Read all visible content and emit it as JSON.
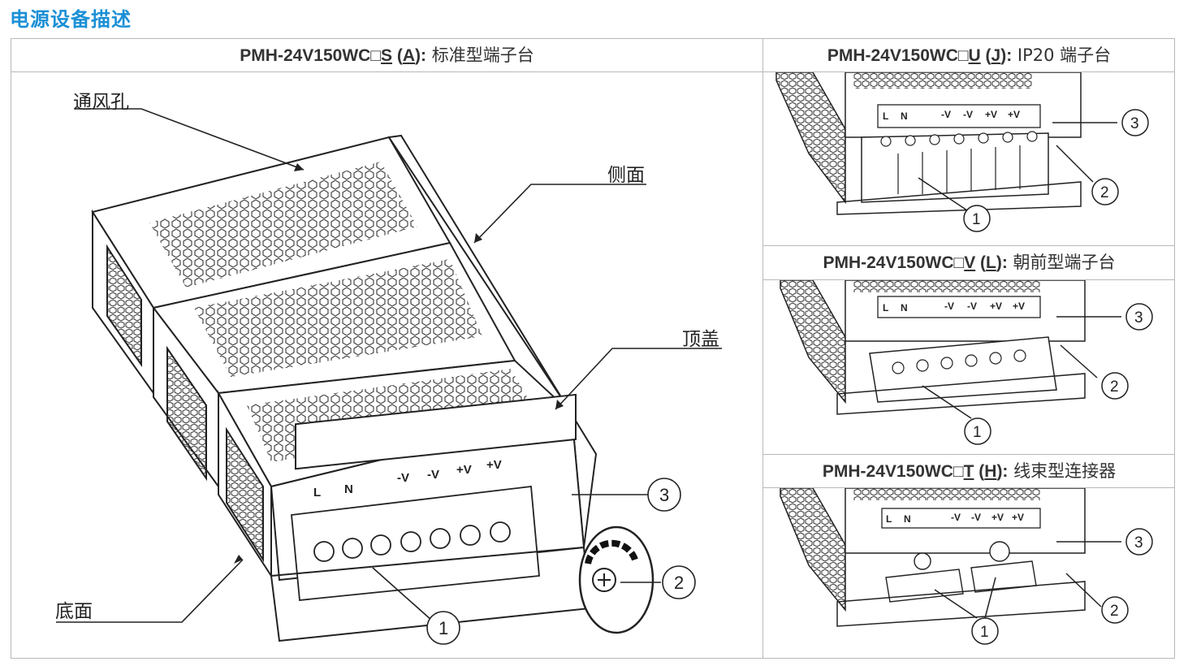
{
  "page": {
    "section_title": "电源设备描述"
  },
  "main_panel": {
    "model": "PMH-24V150WC□",
    "variant_code": "S",
    "option_code": "A",
    "description": "标准型端子台",
    "labels": {
      "vent": "通风孔",
      "side": "侧面",
      "top_cover": "顶盖",
      "bottom": "底面"
    },
    "terminal_marks": [
      "L",
      "N",
      "-V",
      "-V",
      "+V",
      "+V"
    ],
    "callouts": [
      "1",
      "2",
      "3"
    ]
  },
  "panels": [
    {
      "model": "PMH-24V150WC□",
      "variant_code": "U",
      "option_code": "J",
      "description": "IP20 端子台",
      "terminal_marks": [
        "L",
        "N",
        "-V",
        "-V",
        "+V",
        "+V"
      ],
      "callouts": [
        "1",
        "2",
        "3"
      ]
    },
    {
      "model": "PMH-24V150WC□",
      "variant_code": "V",
      "option_code": "L",
      "description": "朝前型端子台",
      "terminal_marks": [
        "L",
        "N",
        "-V",
        "-V",
        "+V",
        "+V"
      ],
      "callouts": [
        "1",
        "2",
        "3"
      ]
    },
    {
      "model": "PMH-24V150WC□",
      "variant_code": "T",
      "option_code": "H",
      "description": "线束型连接器",
      "terminal_marks": [
        "L",
        "N",
        "-V",
        "-V",
        "+V",
        "+V"
      ],
      "callouts": [
        "1",
        "2",
        "3"
      ]
    }
  ]
}
